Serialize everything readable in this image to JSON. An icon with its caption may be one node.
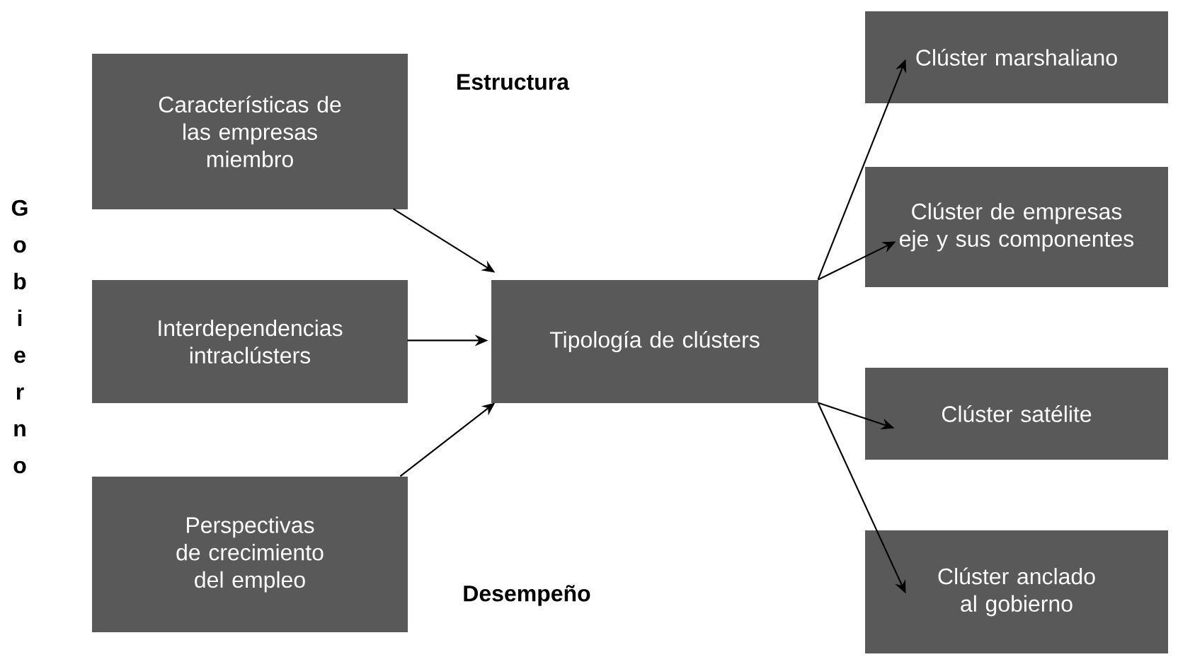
{
  "diagram": {
    "nodes": [
      {
        "text": [
          "Características de las empresas miembro"
        ]
      },
      {
        "text": [
          "Interdependencias intraclústers"
        ]
      },
      {
        "text": [
          "Perspectivas de crecimiento del empleo"
        ]
      },
      {
        "text": [
          "Tipología de clústers"
        ]
      },
      {
        "text": [
          "Clúster marshaliano"
        ]
      },
      {
        "text": [
          "Clúster de empresas eje y sus componentes"
        ]
      },
      {
        "text": [
          "Clúster satélite"
        ]
      },
      {
        "text": [
          "Clúster anclado al gobierno"
        ]
      }
    ],
    "edges": [
      {
        "from": 0,
        "to": 3,
        "arrow": "to"
      },
      {
        "from": 1,
        "to": 3,
        "arrow": "to"
      },
      {
        "from": 2,
        "to": 3,
        "arrow": "to"
      },
      {
        "from": 3,
        "to": 4,
        "arrow": "to"
      },
      {
        "from": 3,
        "to": 5,
        "arrow": "to"
      },
      {
        "from": 3,
        "to": 6,
        "arrow": "to"
      },
      {
        "from": 3,
        "to": 7,
        "arrow": "to"
      }
    ],
    "labels": [
      "Gobierno",
      "Estructura",
      "Desempeño"
    ]
  }
}
